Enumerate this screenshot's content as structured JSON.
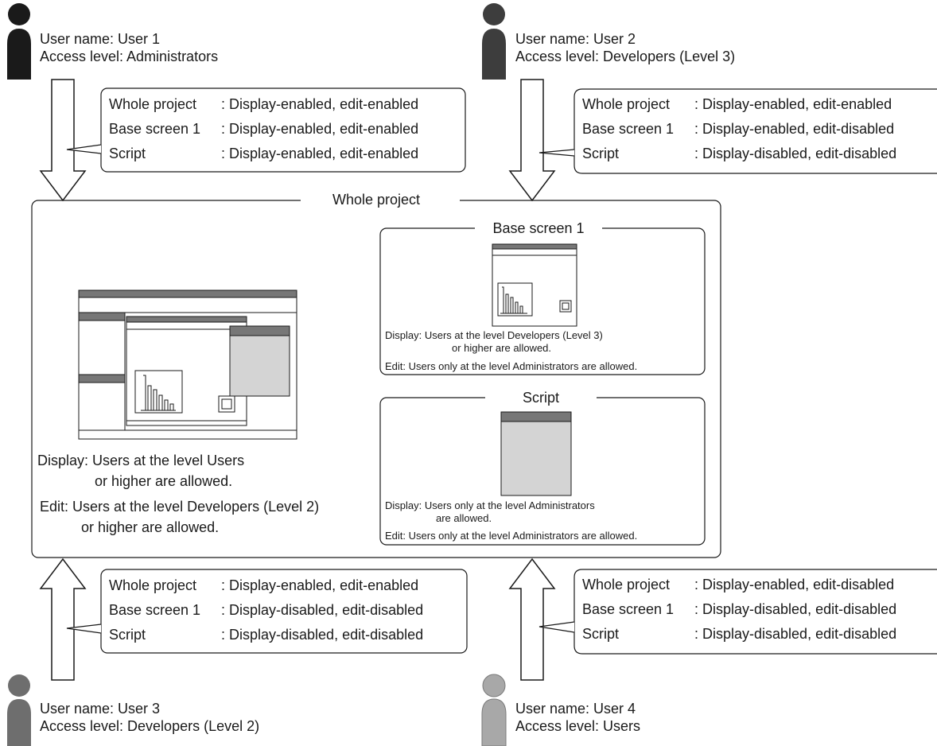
{
  "users": [
    {
      "name_line": "User name: User 1",
      "level_line": "Access level: Administrators",
      "icon_color": "#1a1a1a"
    },
    {
      "name_line": "User name: User 2",
      "level_line": "Access level: Developers (Level 3)",
      "icon_color": "#3d3d3d"
    },
    {
      "name_line": "User name: User 3",
      "level_line": "Access level: Developers (Level 2)",
      "icon_color": "#6e6e6e"
    },
    {
      "name_line": "User name: User 4",
      "level_line": "Access level: Users",
      "icon_color": "#a8a8a8"
    }
  ],
  "callouts": [
    {
      "rows": [
        {
          "key": "Whole project",
          "value": ": Display-enabled, edit-enabled"
        },
        {
          "key": "Base screen 1",
          "value": ": Display-enabled, edit-enabled"
        },
        {
          "key": "Script",
          "value": ": Display-enabled, edit-enabled"
        }
      ]
    },
    {
      "rows": [
        {
          "key": "Whole project",
          "value": ": Display-enabled, edit-enabled"
        },
        {
          "key": "Base screen 1",
          "value": ": Display-enabled, edit-disabled"
        },
        {
          "key": "Script",
          "value": ": Display-disabled, edit-disabled"
        }
      ]
    },
    {
      "rows": [
        {
          "key": "Whole project",
          "value": ": Display-enabled, edit-enabled"
        },
        {
          "key": "Base screen 1",
          "value": ": Display-disabled, edit-disabled"
        },
        {
          "key": "Script",
          "value": ": Display-disabled, edit-disabled"
        }
      ]
    },
    {
      "rows": [
        {
          "key": "Whole project",
          "value": ": Display-enabled, edit-disabled"
        },
        {
          "key": "Base screen 1",
          "value": ": Display-disabled, edit-disabled"
        },
        {
          "key": "Script",
          "value": ": Display-disabled, edit-disabled"
        }
      ]
    }
  ],
  "project": {
    "title": "Whole project",
    "display_line1": "Display: Users at the level Users",
    "display_line2": "or higher are allowed.",
    "edit_line1": "Edit: Users at the level Developers (Level 2)",
    "edit_line2": "or higher are allowed."
  },
  "base_screen": {
    "title": "Base screen 1",
    "display_line1": "Display: Users at the level Developers (Level 3)",
    "display_line2": "or higher are allowed.",
    "edit_line": "Edit: Users only at the level Administrators are allowed."
  },
  "script": {
    "title": "Script",
    "display_line1": "Display: Users only at the level Administrators",
    "display_line2": "are allowed.",
    "edit_line": "Edit: Users only at the level Administrators are allowed."
  },
  "colors": {
    "line": "#1a1a1a",
    "window_bar": "#777777",
    "window_fill": "#d4d4d4"
  }
}
